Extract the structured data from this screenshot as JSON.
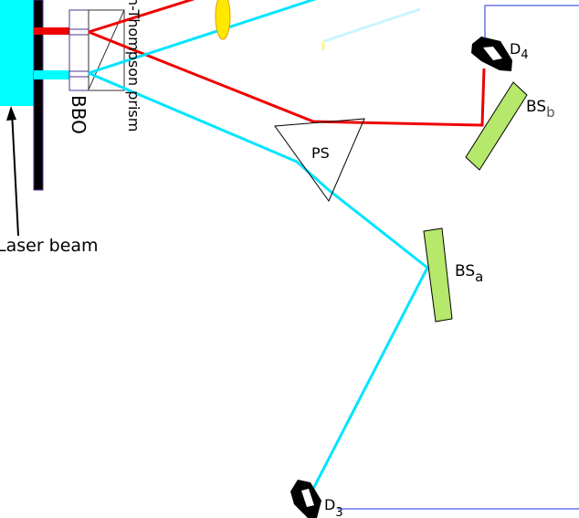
{
  "labels": {
    "laser_beam": "Laser beam",
    "bbo": "BBO",
    "glan_thompson": "n-Thompson prism",
    "ps": "PS",
    "bs_a": "BS",
    "bs_a_sub": "a",
    "bs_b": "BS",
    "bs_b_sub": "b",
    "d3": "D",
    "d3_sub": "3",
    "d4": "D",
    "d4_sub": "4"
  },
  "colors": {
    "pump": "#00ffff",
    "red_beam": "#ff0000",
    "cyan_beam": "#00e5ff",
    "beamsplitter": "#b5e86b",
    "wire": "#2233dd",
    "lens": "#ffe800"
  }
}
